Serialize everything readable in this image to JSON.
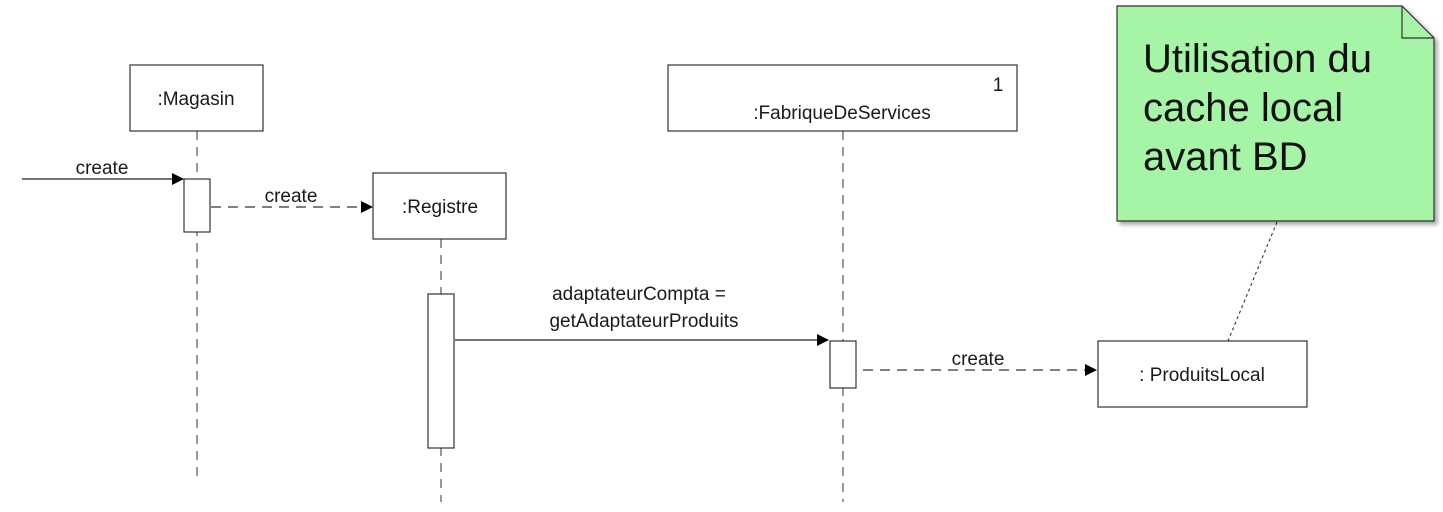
{
  "diagram": {
    "type": "uml-sequence",
    "lifelines": {
      "magasin": ":Magasin",
      "fabrique": ":FabriqueDeServices",
      "fabrique_multiplicity": "1",
      "registre": ":Registre",
      "produits": ": ProduitsLocal"
    },
    "messages": {
      "create_found": "create",
      "create_registre": "create",
      "get_adapter_line1": "adaptateurCompta =",
      "get_adapter_line2": "getAdaptateurProduits",
      "create_produits": "create"
    },
    "note": {
      "line1": "Utilisation du",
      "line2": "cache local",
      "line3": "avant BD",
      "fill_color": "#a6f5a6",
      "stroke_color": "#333333"
    }
  }
}
